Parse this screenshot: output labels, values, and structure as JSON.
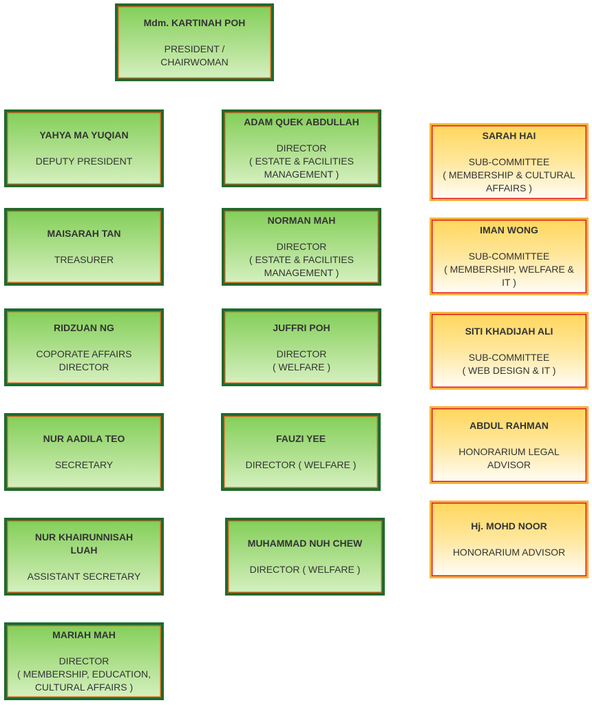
{
  "nodes": [
    {
      "id": "president",
      "name": "Mdm. KARTINAH POH",
      "role": [
        "PRESIDENT /",
        "CHAIRWOMAN"
      ]
    },
    {
      "id": "deputy-president",
      "name": "YAHYA MA YUQIAN",
      "role": [
        "DEPUTY PRESIDENT"
      ]
    },
    {
      "id": "treasurer",
      "name": "MAISARAH TAN",
      "role": [
        "TREASURER"
      ]
    },
    {
      "id": "corporate-affairs",
      "name": "RIDZUAN NG",
      "role": [
        "COPORATE AFFAIRS",
        "DIRECTOR"
      ]
    },
    {
      "id": "secretary",
      "name": "NUR AADILA TEO",
      "role": [
        "SECRETARY"
      ]
    },
    {
      "id": "assistant-secretary",
      "name": "NUR KHAIRUNNISAH LUAH",
      "role": [
        "ASSISTANT SECRETARY"
      ]
    },
    {
      "id": "director-membership",
      "name": "MARIAH MAH",
      "role": [
        "DIRECTOR",
        "( MEMBERSHIP, EDUCATION,",
        "CULTURAL AFFAIRS )"
      ]
    },
    {
      "id": "director-estate-1",
      "name": "ADAM QUEK ABDULLAH",
      "role": [
        "DIRECTOR",
        "( ESTATE & FACILITIES",
        "MANAGEMENT )"
      ]
    },
    {
      "id": "director-estate-2",
      "name": "NORMAN MAH",
      "role": [
        "DIRECTOR",
        "( ESTATE & FACILITIES",
        "MANAGEMENT )"
      ]
    },
    {
      "id": "director-welfare-1",
      "name": "JUFFRI POH",
      "role": [
        "DIRECTOR",
        "( WELFARE )"
      ]
    },
    {
      "id": "director-welfare-2",
      "name": "FAUZI YEE",
      "role": [
        "DIRECTOR ( WELFARE )"
      ]
    },
    {
      "id": "director-welfare-3",
      "name": "MUHAMMAD NUH CHEW",
      "role": [
        "DIRECTOR ( WELFARE )"
      ]
    },
    {
      "id": "subcommittee-1",
      "name": "SARAH HAI",
      "role": [
        "SUB-COMMITTEE",
        "( MEMBERSHIP & CULTURAL",
        "AFFAIRS )"
      ]
    },
    {
      "id": "subcommittee-2",
      "name": "IMAN WONG",
      "role": [
        "SUB-COMMITTEE",
        "( MEMBERSHIP, WELFARE &",
        "IT )"
      ]
    },
    {
      "id": "subcommittee-3",
      "name": "SITI KHADIJAH ALI",
      "role": [
        "SUB-COMMITTEE",
        "( WEB DESIGN & IT )"
      ]
    },
    {
      "id": "legal-advisor",
      "name": "ABDUL RAHMAN",
      "role": [
        "HONORARIUM LEGAL",
        "ADVISOR"
      ]
    },
    {
      "id": "advisor",
      "name": "Hj. MOHD NOOR",
      "role": [
        "HONORARIUM ADVISOR"
      ]
    }
  ]
}
